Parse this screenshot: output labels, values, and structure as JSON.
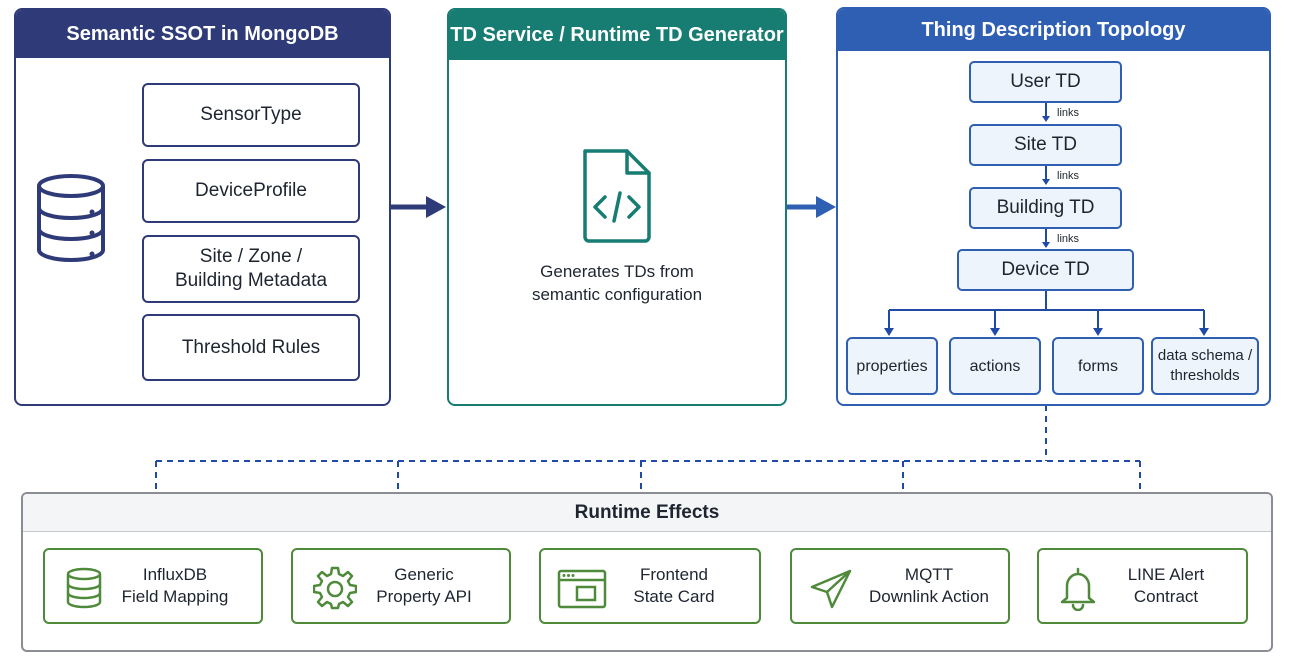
{
  "ssot": {
    "title": "Semantic SSOT in MongoDB",
    "items": [
      {
        "label": "SensorType"
      },
      {
        "label": "DeviceProfile"
      },
      {
        "label": "Site / Zone /\nBuilding Metadata"
      },
      {
        "label": "Threshold Rules"
      }
    ]
  },
  "service": {
    "title": "TD Service / Runtime TD Generator",
    "caption": "Generates TDs from\nsemantic configuration"
  },
  "topology": {
    "title": "Thing Description Topology",
    "nodes": [
      {
        "label": "User TD"
      },
      {
        "label": "Site TD"
      },
      {
        "label": "Building TD"
      },
      {
        "label": "Device TD"
      }
    ],
    "link_label": "links",
    "leaves": [
      {
        "label": "properties"
      },
      {
        "label": "actions"
      },
      {
        "label": "forms"
      },
      {
        "label": "data schema /\nthresholds"
      }
    ]
  },
  "effects": {
    "title": "Runtime Effects",
    "items": [
      {
        "label": "InfluxDB\nField Mapping",
        "icon": "database-icon"
      },
      {
        "label": "Generic\nProperty API",
        "icon": "gear-icon"
      },
      {
        "label": "Frontend\nState Card",
        "icon": "browser-window-icon"
      },
      {
        "label": "MQTT\nDownlink Action",
        "icon": "send-icon"
      },
      {
        "label": "LINE Alert\nContract",
        "icon": "bell-icon"
      }
    ]
  },
  "colors": {
    "ssot_accent": "#2f3a78",
    "service_accent": "#177c72",
    "topology_accent": "#2f5fb3",
    "effects_accent": "#4e8a3a",
    "connector": "#1f4aa8"
  }
}
